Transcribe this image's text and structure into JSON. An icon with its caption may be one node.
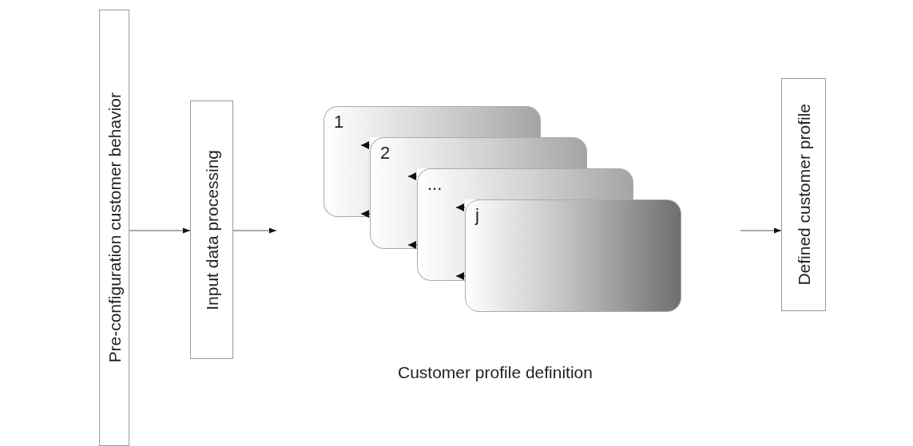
{
  "diagram": {
    "nodes": [
      {
        "text": [
          "Pre-configuration customer behavior"
        ]
      },
      {
        "text": [
          "Input data processing"
        ]
      },
      {
        "text": [
          "1"
        ]
      },
      {
        "text": [
          "2"
        ]
      },
      {
        "text": [
          "..."
        ]
      },
      {
        "text": [
          "j"
        ]
      },
      {
        "text": [
          "Defined customer profile"
        ]
      }
    ],
    "edges": [
      {
        "from": 0,
        "to": 1,
        "arrow": "to"
      },
      {
        "from": 1,
        "to": null,
        "arrow": "to"
      },
      {
        "from": null,
        "to": 6,
        "arrow": "to"
      },
      {
        "from": 3,
        "to": 2,
        "arrow": "to"
      },
      {
        "from": 3,
        "to": 2,
        "arrow": "to"
      },
      {
        "from": 4,
        "to": 3,
        "arrow": "to"
      },
      {
        "from": 4,
        "to": 3,
        "arrow": "to"
      },
      {
        "from": 5,
        "to": 4,
        "arrow": "to"
      },
      {
        "from": 5,
        "to": 4,
        "arrow": "to"
      }
    ],
    "labels": [
      "Customer profile definition"
    ]
  }
}
